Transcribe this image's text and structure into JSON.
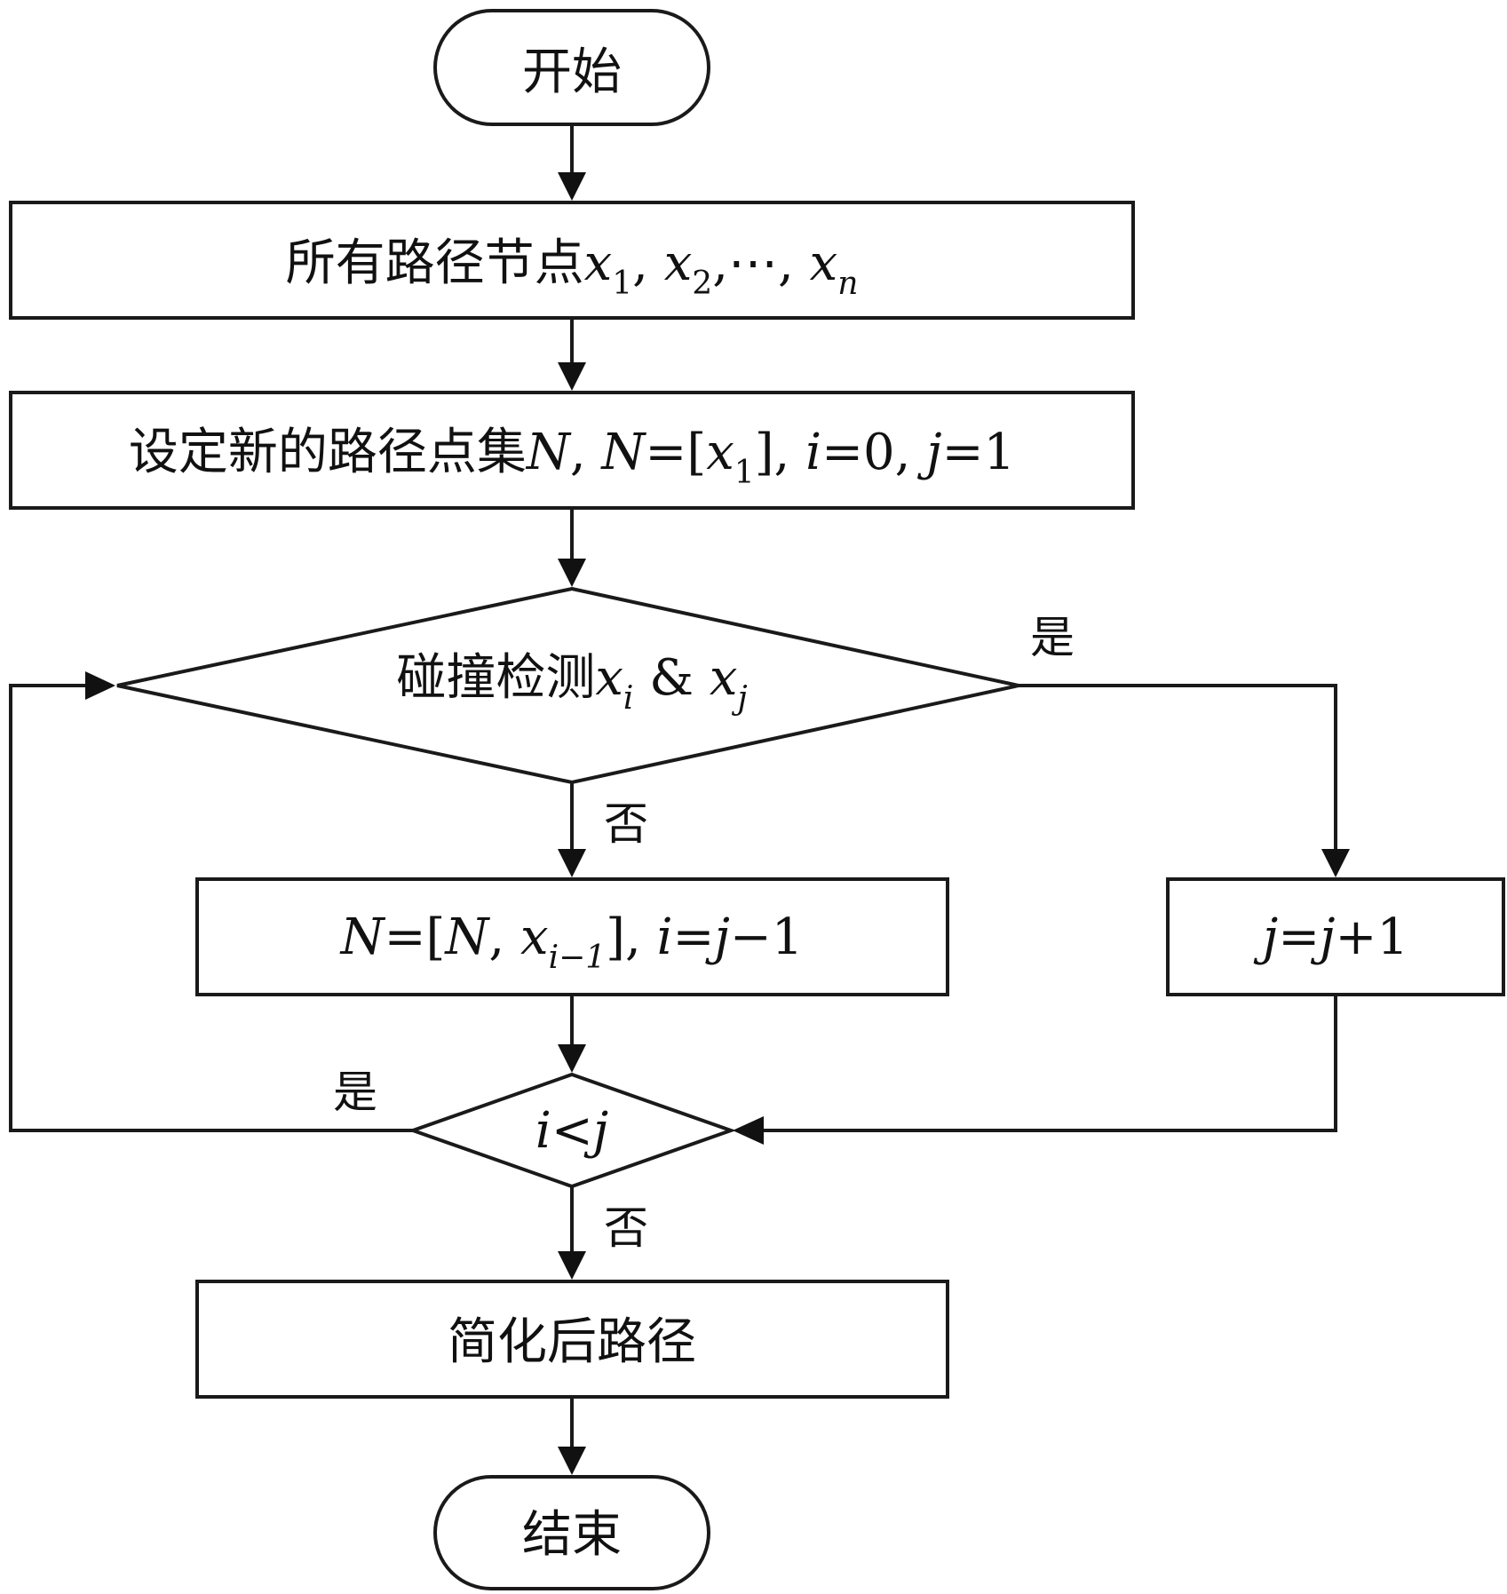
{
  "diagram": {
    "start": "开始",
    "nodes_step": {
      "cn": "所有路径节点",
      "x": "x",
      "sub1": "1",
      "sep1": ", ",
      "sub2": "2",
      "ellipsis": ",⋯, ",
      "subn": "n"
    },
    "init_step": {
      "cn": "设定新的路径点集",
      "N": "N",
      "mid1": ", ",
      "N2": "N",
      "eq": "=[",
      "x": "x",
      "sub1": "1",
      "mid2": "], ",
      "i": "i",
      "eq0": "=0, ",
      "j": "j",
      "eq1": "=1"
    },
    "collision_check": {
      "cn": "碰撞检测",
      "x": "x",
      "subi": "i",
      "amp": " & ",
      "x2": "x",
      "subj": "j"
    },
    "update_step": {
      "N": "N",
      "eq": "=[",
      "N2": "N",
      "comma": ", ",
      "x": "x",
      "sub": "i−1",
      "close": "], ",
      "i": "i",
      "eq2": "=",
      "j": "j",
      "minus": "−1"
    },
    "increment_step": {
      "j": "j",
      "eq": "=",
      "j2": "j",
      "plus": "+1"
    },
    "compare": {
      "i": "i",
      "lt": "<",
      "j": "j"
    },
    "simplified": "简化后路径",
    "end": "结束",
    "labels": {
      "yes_collision": "是",
      "no_collision": "否",
      "yes_compare": "是",
      "no_compare": "否"
    }
  }
}
